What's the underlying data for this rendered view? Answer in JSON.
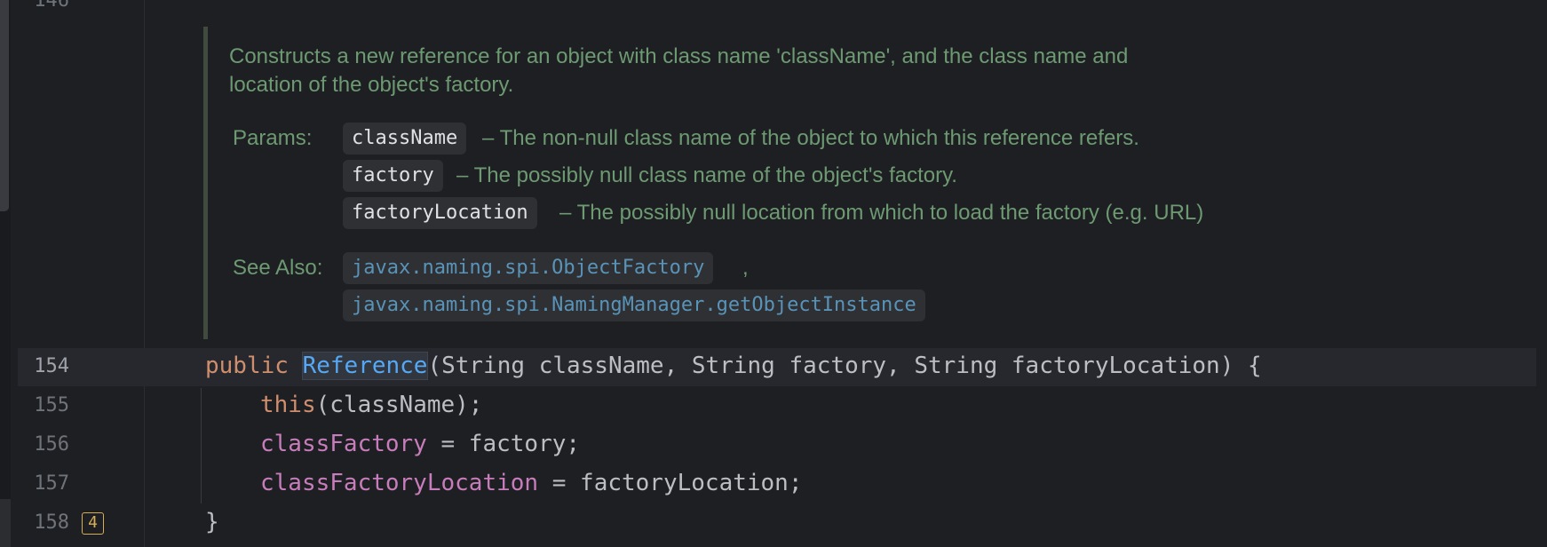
{
  "gutter": {
    "partial_line_top": "146",
    "lines": [
      {
        "num": "154",
        "current": true
      },
      {
        "num": "155",
        "current": false
      },
      {
        "num": "156",
        "current": false
      },
      {
        "num": "157",
        "current": false
      },
      {
        "num": "158",
        "current": false
      }
    ],
    "badge": "4"
  },
  "doc": {
    "description_line1": "Constructs a new reference for an object with class name 'className', and the class name and",
    "description_line2": "location of the object's factory.",
    "params_label": "Params:",
    "params": [
      {
        "name": "className",
        "desc": "– The non-null class name of the object to which this reference refers."
      },
      {
        "name": "factory",
        "desc": "– The possibly null class name of the object's factory."
      },
      {
        "name": "factoryLocation",
        "desc": "– The possibly null location from which to load the factory (e.g. URL)"
      }
    ],
    "see_also_label": "See Also:",
    "see_also": [
      "javax.naming.spi.ObjectFactory",
      "javax.naming.spi.NamingManager.getObjectInstance"
    ],
    "see_also_sep": ","
  },
  "code": {
    "l154": {
      "kw": "public",
      "name": "Reference",
      "rest": "(String className, String factory, String factoryLocation) {"
    },
    "l155": {
      "kw": "this",
      "rest": "(className);"
    },
    "l156": {
      "field": "classFactory",
      "rest": " = factory;"
    },
    "l157": {
      "field": "classFactoryLocation",
      "rest": " = factoryLocation;"
    },
    "l158": {
      "text": "}"
    }
  },
  "colors": {
    "background": "#1e1f22",
    "doc_text": "#6d9a72",
    "keyword": "#cf8e6d",
    "field": "#c77dbb",
    "constructor": "#56a8f5",
    "badge": "#d6ae58"
  }
}
